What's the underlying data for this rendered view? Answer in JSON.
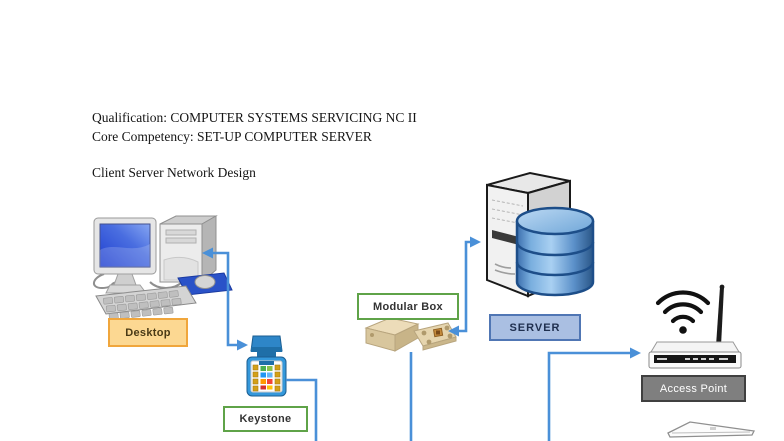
{
  "document": {
    "qualification_line": "Qualification: COMPUTER SYSTEMS SERVICING NC II",
    "core_competency_line": "Core Competency: SET-UP COMPUTER SERVER",
    "diagram_title": "Client Server Network Design"
  },
  "diagram": {
    "nodes": {
      "desktop": {
        "label": "Desktop",
        "icon": "desktop-computer-icon",
        "label_fill": "#fcd892",
        "label_border": "#f0a63c"
      },
      "keystone": {
        "label": "Keystone",
        "icon": "keystone-jack-icon",
        "label_fill": "#ffffff",
        "label_border": "#5fa348"
      },
      "modular_box": {
        "label": "Modular Box",
        "icon": "modular-box-icon",
        "label_fill": "#ffffff",
        "label_border": "#5fa348"
      },
      "server": {
        "label": "SERVER",
        "icon": "server-database-icon",
        "label_fill": "#aabfe2",
        "label_border": "#5076b4"
      },
      "access_point": {
        "label": "Access Point",
        "icon": "wireless-access-point-icon",
        "label_fill": "#7f7f7f",
        "label_border": "#404040",
        "label_text_color": "#ffffff"
      },
      "laptop_partial": {
        "icon": "laptop-icon"
      }
    },
    "connections": [
      {
        "from": "desktop",
        "to": "keystone",
        "style": "elbow",
        "arrows": "both-ends"
      },
      {
        "from": "keystone",
        "to": "bottom-edge",
        "style": "elbow",
        "arrows": "none"
      },
      {
        "from": "modular_box",
        "to": "bottom-edge",
        "style": "straight",
        "arrows": "none"
      },
      {
        "from": "server",
        "to": "modular_box",
        "style": "elbow",
        "arrows": "both-ends"
      },
      {
        "from": "bottom-edge",
        "to": "access_point",
        "style": "elbow",
        "arrows": "end"
      }
    ],
    "connector_color": "#4a90d8"
  }
}
